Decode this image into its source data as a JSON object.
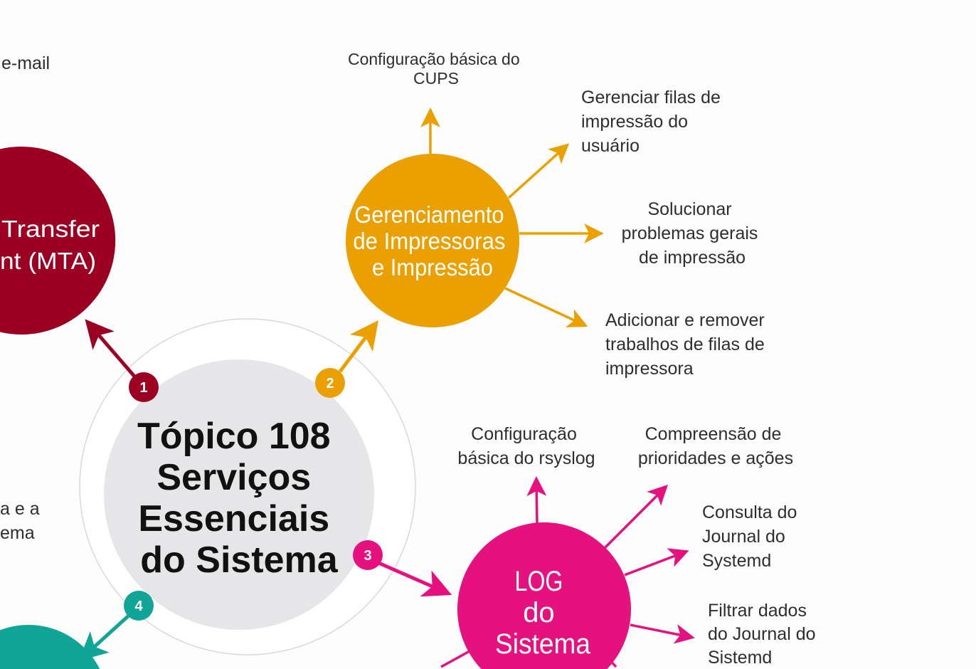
{
  "colors": {
    "mta": "#9b0022",
    "print": "#e9a000",
    "log": "#e5117e",
    "teal": "#10a597",
    "center": "#e6e6e8"
  },
  "center": {
    "lines": [
      "Tópico 108",
      "Serviços",
      "Essenciais",
      "do Sistema"
    ]
  },
  "badges": [
    "1",
    "2",
    "3",
    "4"
  ],
  "mta": {
    "lines": [
      "Transfer",
      "nt (MTA)"
    ],
    "top_label": "e-mail"
  },
  "left_partial_label": [
    "a e a",
    "ema"
  ],
  "print": {
    "lines": [
      "Gerenciamento",
      "de Impressoras",
      "e Impressão"
    ],
    "subtopics": [
      {
        "lines": [
          "Configuração básica do",
          "CUPS"
        ]
      },
      {
        "lines": [
          "Gerenciar filas de",
          "impressão do",
          "usuário"
        ]
      },
      {
        "lines": [
          "Solucionar",
          "problemas gerais",
          "de impressão"
        ]
      },
      {
        "lines": [
          "Adicionar e remover",
          "trabalhos de filas de",
          "impressora"
        ]
      }
    ]
  },
  "log": {
    "lines": [
      "LOG",
      "do",
      "Sistema"
    ],
    "subtopics": [
      {
        "lines": [
          "Configuração",
          "básica do rsyslog"
        ]
      },
      {
        "lines": [
          "Compreensão de",
          "prioridades e ações"
        ]
      },
      {
        "lines": [
          "Consulta do",
          "Journal do",
          "Systemd"
        ]
      },
      {
        "lines": [
          "Filtrar dados",
          "do Journal do",
          "Sistemd"
        ]
      }
    ]
  }
}
